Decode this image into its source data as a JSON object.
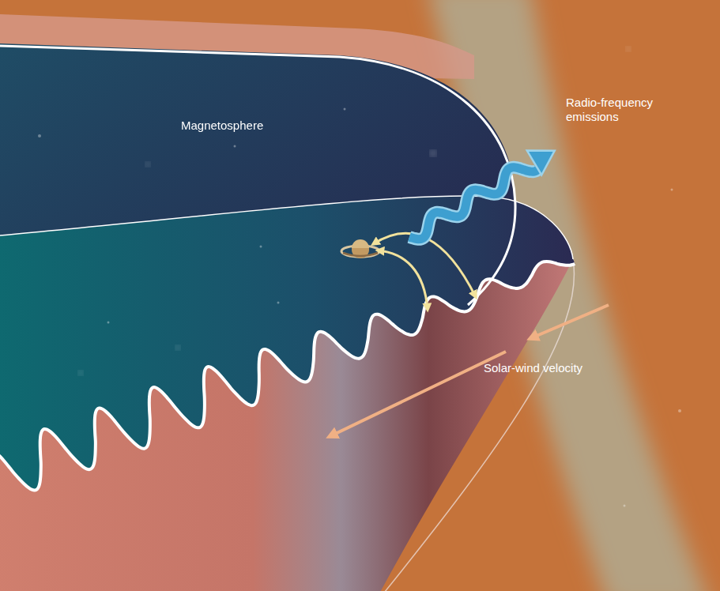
{
  "diagram": {
    "labels": [
      "Magnetosphere",
      "Radio-frequency emissions",
      "Solar-wind velocity"
    ]
  }
}
